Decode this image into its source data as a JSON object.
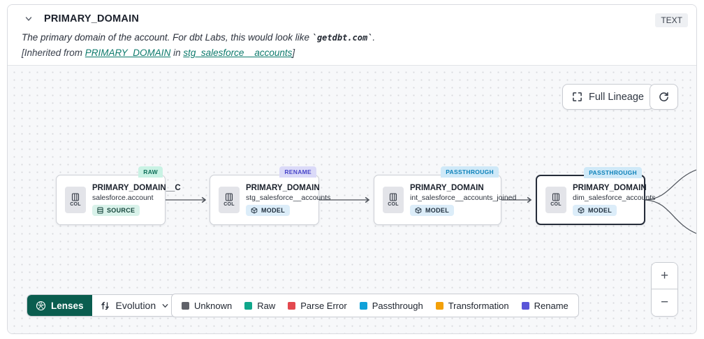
{
  "header": {
    "title": "PRIMARY_DOMAIN",
    "type_badge": "TEXT",
    "description_prefix": "The primary domain of the account. For dbt Labs, this would look like ",
    "description_code": "`getdbt.com`",
    "description_suffix": ".",
    "inherited_prefix": "[Inherited from ",
    "inherited_link_column": "PRIMARY_DOMAIN",
    "inherited_middle": " in ",
    "inherited_link_model": "stg_salesforce__accounts",
    "inherited_suffix": "]"
  },
  "toolbar": {
    "full_lineage_label": "Full Lineage"
  },
  "nodes": [
    {
      "badge": "RAW",
      "title": "PRIMARY_DOMAIN__C",
      "subtitle": "salesforce.account",
      "type": "SOURCE",
      "col_label": "COL"
    },
    {
      "badge": "RENAME",
      "title": "PRIMARY_DOMAIN",
      "subtitle": "stg_salesforce__accounts",
      "type": "MODEL",
      "col_label": "COL"
    },
    {
      "badge": "PASSTHROUGH",
      "title": "PRIMARY_DOMAIN",
      "subtitle": "int_salesforce__accounts_joined",
      "type": "MODEL",
      "col_label": "COL"
    },
    {
      "badge": "PASSTHROUGH",
      "title": "PRIMARY_DOMAIN",
      "subtitle": "dim_salesforce_accounts",
      "type": "MODEL",
      "col_label": "COL"
    }
  ],
  "lenses": {
    "button_label": "Lenses",
    "selected_lens": "Evolution"
  },
  "legend": [
    {
      "label": "Unknown",
      "color": "#606269"
    },
    {
      "label": "Raw",
      "color": "#10a78b"
    },
    {
      "label": "Parse Error",
      "color": "#e3494f"
    },
    {
      "label": "Passthrough",
      "color": "#10a1d9"
    },
    {
      "label": "Transformation",
      "color": "#f3a008"
    },
    {
      "label": "Rename",
      "color": "#5a55d8"
    }
  ],
  "zoom_controls": {
    "zoom_in": "+",
    "zoom_out": "−"
  }
}
